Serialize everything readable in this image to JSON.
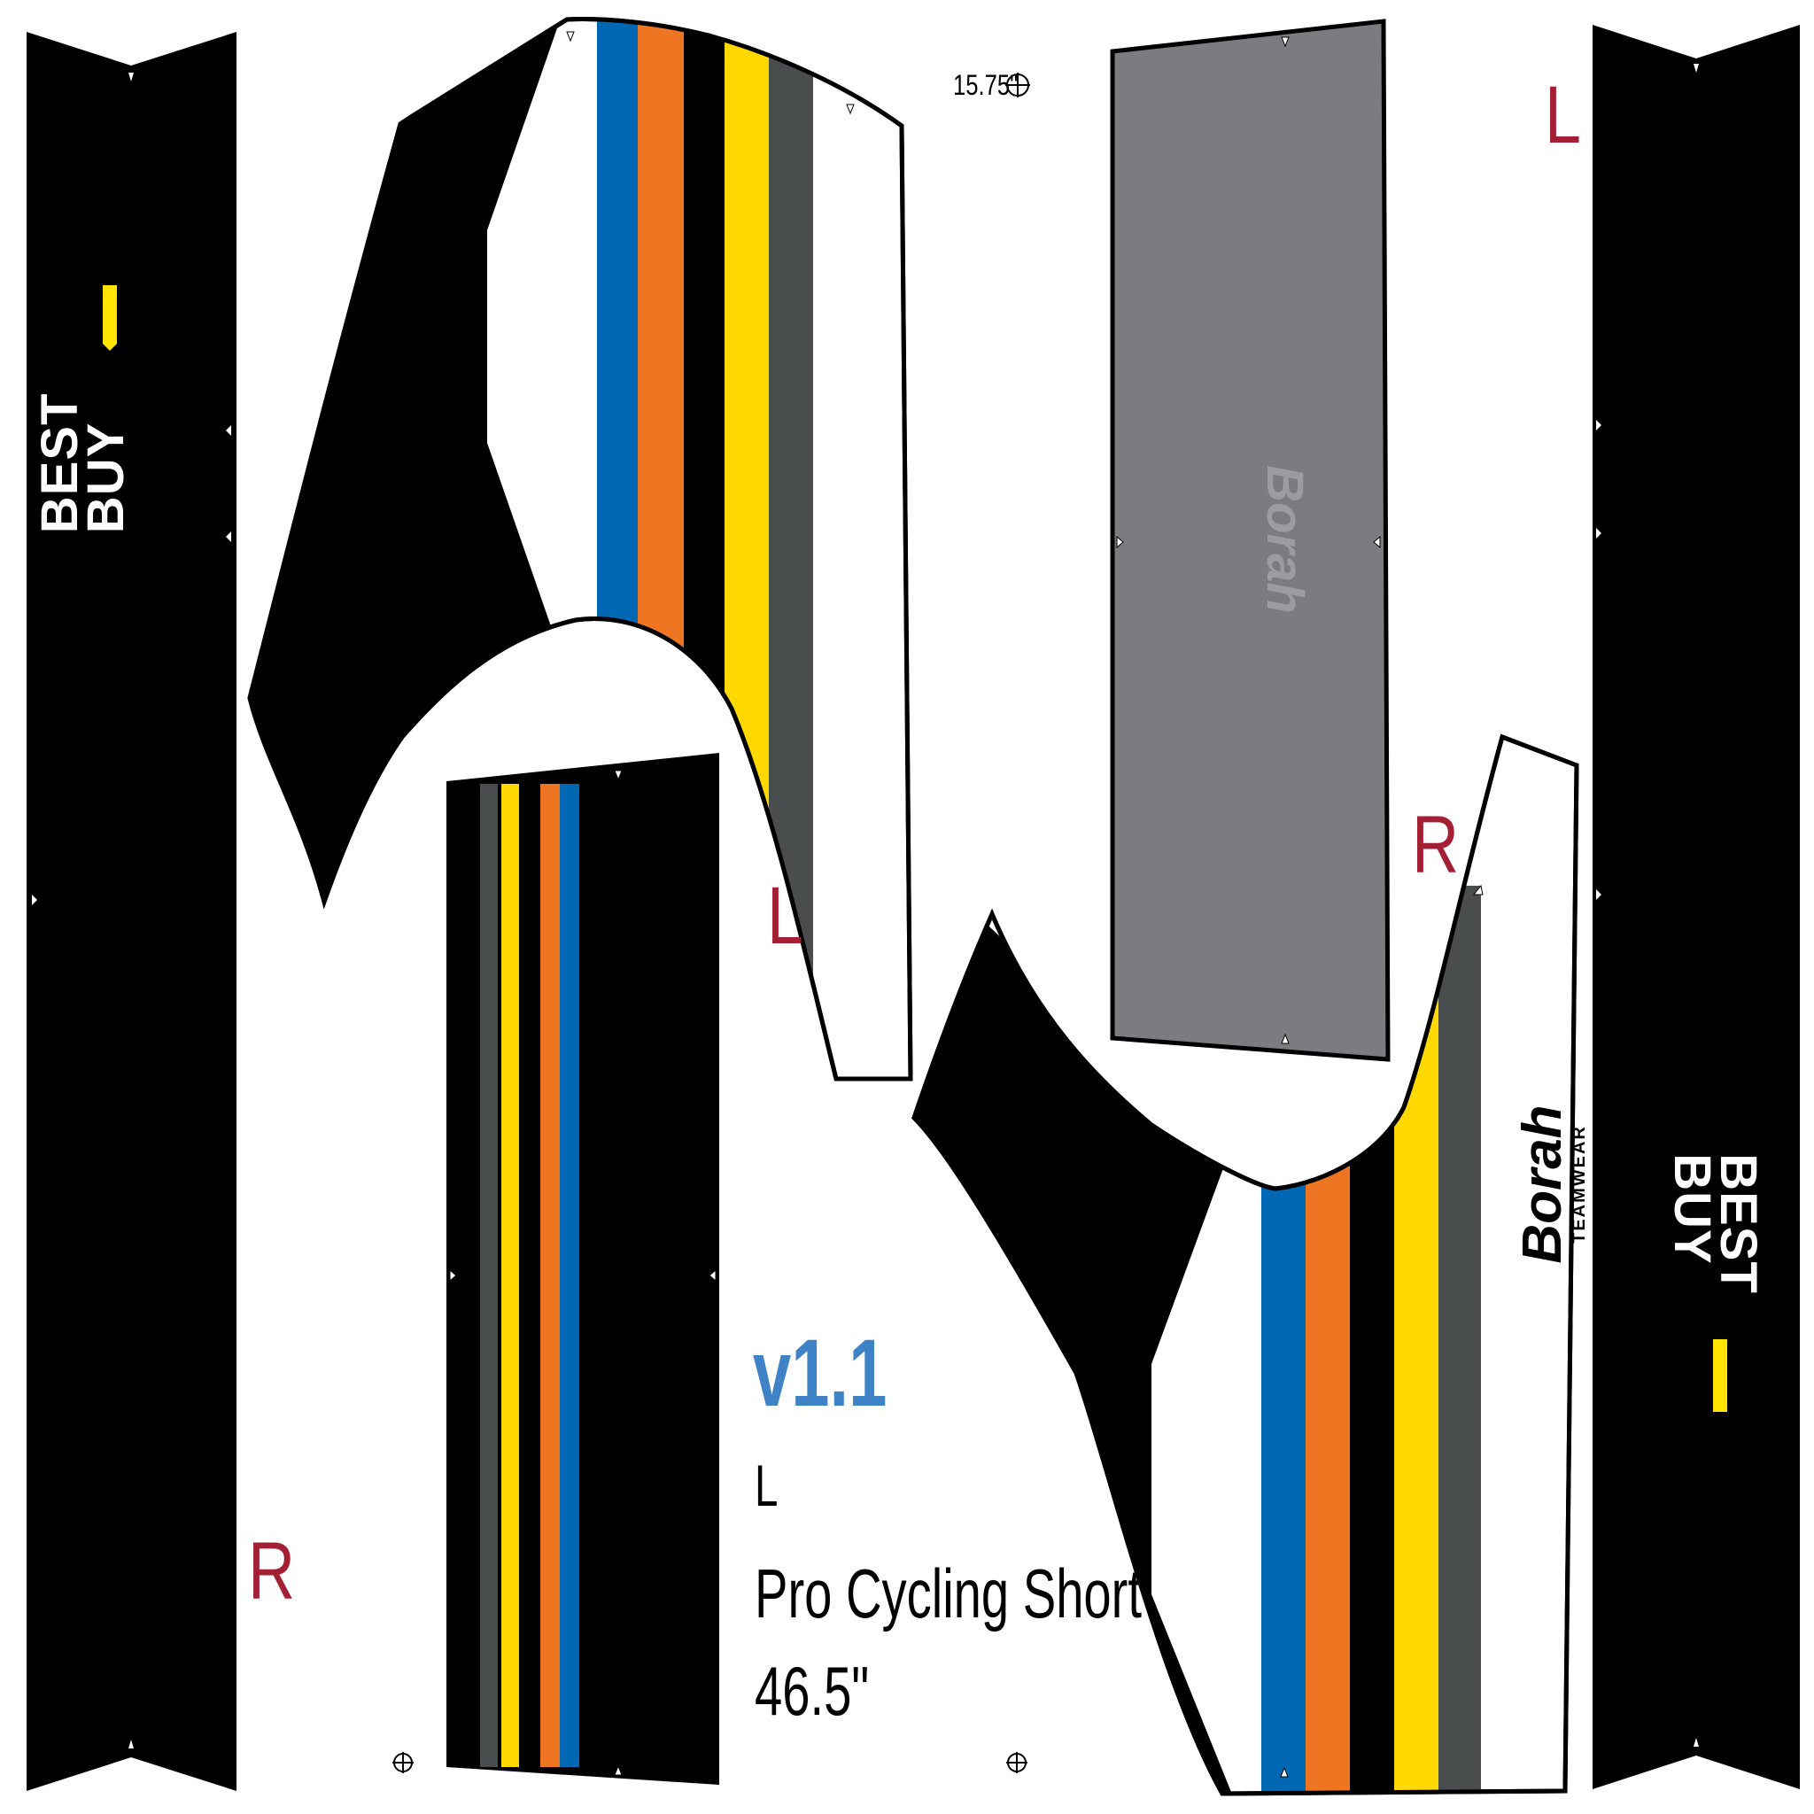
{
  "pattern_sheet": {
    "version": "v1.1",
    "size_code": "L",
    "product_name": "Pro Cycling Short",
    "length_label": "46.5\"",
    "width_label": "15.75\""
  },
  "piece_labels": {
    "upper_left_leg": "L",
    "top_right_gray": "L",
    "lower_right_leg": "R",
    "bottom_left_black": "R"
  },
  "logos": {
    "sponsor_line1": "BEST",
    "sponsor_line2": "BUY",
    "brand": "Borah",
    "brand_sub": "TEAMWEAR"
  },
  "colors": {
    "black": "#000000",
    "white": "#ffffff",
    "blue": "#0067b3",
    "orange": "#ee7623",
    "yellow": "#ffd800",
    "dark_gray": "#4a4d4e",
    "panel_gray": "#7a7c7f",
    "size_red": "#a31f34",
    "version_blue": "#3f83c6",
    "tag_yellow": "#ffe500"
  },
  "icons": [
    "registration-mark-icon",
    "notch-marker-icon"
  ]
}
